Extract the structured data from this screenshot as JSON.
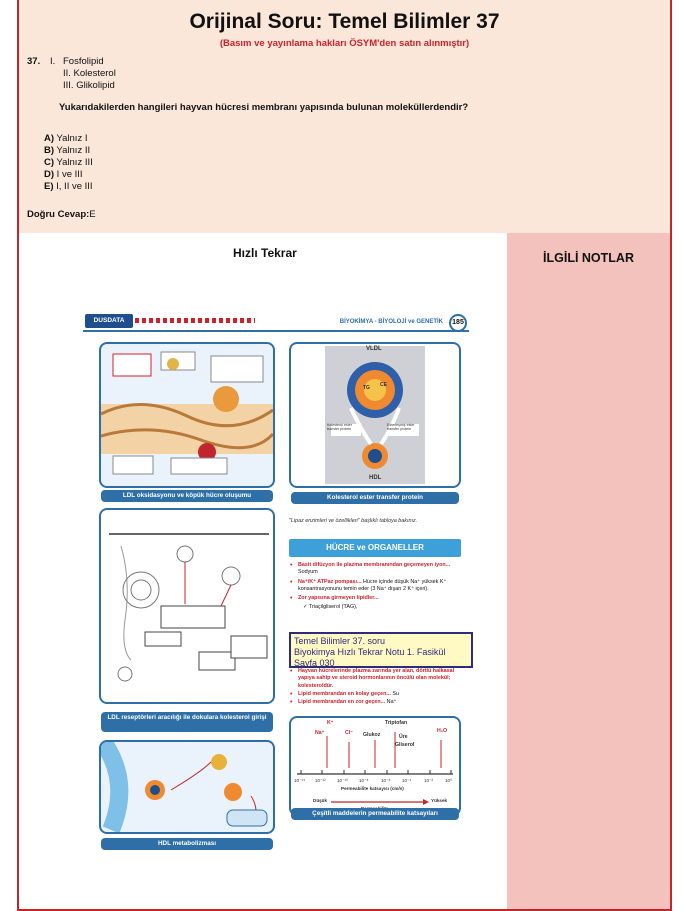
{
  "header": {
    "title": "Orijinal Soru: Temel Bilimler 37",
    "copyright": "(Basım ve yayınlama hakları ÖSYM'den satın alınmıştır)"
  },
  "question": {
    "number": "37.",
    "items": [
      "I.",
      "Fosfolipid",
      "II. Kolesterol",
      "III. Glikolipid"
    ],
    "stem": "Yukarıdakilerden hangileri hayvan hücresi membranı yapısında bulunan moleküllerdendir?",
    "choices": [
      {
        "letter": "A)",
        "text": "Yalnız I"
      },
      {
        "letter": "B)",
        "text": "Yalnız II"
      },
      {
        "letter": "C)",
        "text": "Yalnız III"
      },
      {
        "letter": "D)",
        "text": "I ve III"
      },
      {
        "letter": "E)",
        "text": "I, II ve III"
      }
    ],
    "answer_label": "Doğru Cevap:",
    "answer_value": "E"
  },
  "review": {
    "title": "Hızlı Tekrar",
    "page_header": "BİYOKİMYA - BİYOLOJİ ve GENETİK",
    "page_number": "185",
    "logo": "DUSDATA",
    "captions": [
      "LDL oksidasyonu ve köpük hücre oluşumu",
      "Kolesterol ester transfer protein",
      "LDL reseptörleri aracılığı ile dokulara kolesterol girişi",
      "Çeşitli maddelerin permeabilite katsayıları",
      "HDL metabolizması"
    ],
    "diagram_labels": {
      "vldl": "VLDL",
      "hdl": "HDL",
      "cetp_left": "Kolesterol ester transfer protein",
      "cetp_right": "Esterleşmiş ester transfer protein",
      "tg": "TG",
      "ce": "CE",
      "permeability_axis": "Permeabilite katsayısı (cm/s)",
      "permeability_low": "Düşük",
      "permeability_high": "Yüksek",
      "permeability_word": "Permeabilite",
      "ticks": [
        "10⁻¹⁴",
        "10⁻¹²",
        "10⁻¹⁰",
        "10⁻⁸",
        "10⁻⁶",
        "10⁻⁴",
        "10⁻²",
        "10⁰"
      ],
      "molecules": [
        "K⁺",
        "Na⁺",
        "Cl⁻",
        "Triptofan",
        "Glukoz",
        "Üre",
        "Gliserol",
        "H₂O"
      ]
    },
    "lipase_note": "\"Lipaz enzimleri ve özellikleri\" başlıklı tabloya bakınız.",
    "section_bar": "HÜCRE ve ORGANELLER",
    "bullets": [
      {
        "red": "Basit difüzyon ile plazma membranından geçemeyen iyon...",
        "black": " Sodyum"
      },
      {
        "red": "Na⁺/K⁺ ATPaz pompası...",
        "black": " Hücre içinde düşük Na⁺ yüksek K⁺ konsantrasyonunu temin eder (3 Na⁺ dışarı 2 K⁺ içeri)."
      },
      {
        "red": "Zor yapısına girmeyen lipidler...",
        "black": ""
      },
      {
        "red": "",
        "black": "✓ Triaçilgliserol (TAG),"
      }
    ],
    "bullets_after": [
      {
        "red": "Hayvan hücrelerinde plazma zarında yer alan, dörtlü halkasal yapıya sahip ve steroid hormonlarının öncülü olan molekül; kolesteroldür.",
        "black": ""
      },
      {
        "red": "Lipid membrandan en kolay geçen...",
        "black": " Su"
      },
      {
        "red": "Lipid membrandan en zor geçen...",
        "black": " Na⁺"
      }
    ],
    "note_box": [
      "Temel Bilimler 37. soru",
      "Biyokimya Hızlı Tekrar Notu 1. Fasikül",
      "Sayfa 030"
    ]
  },
  "notes": {
    "title": "İLGİLİ NOTLAR"
  },
  "colors": {
    "frame": "#c0262c",
    "question_bg": "#fbe6da",
    "notes_bg": "#f4c2bc",
    "accent_blue": "#2e6fa8",
    "subtitle_red": "#d0212a"
  }
}
